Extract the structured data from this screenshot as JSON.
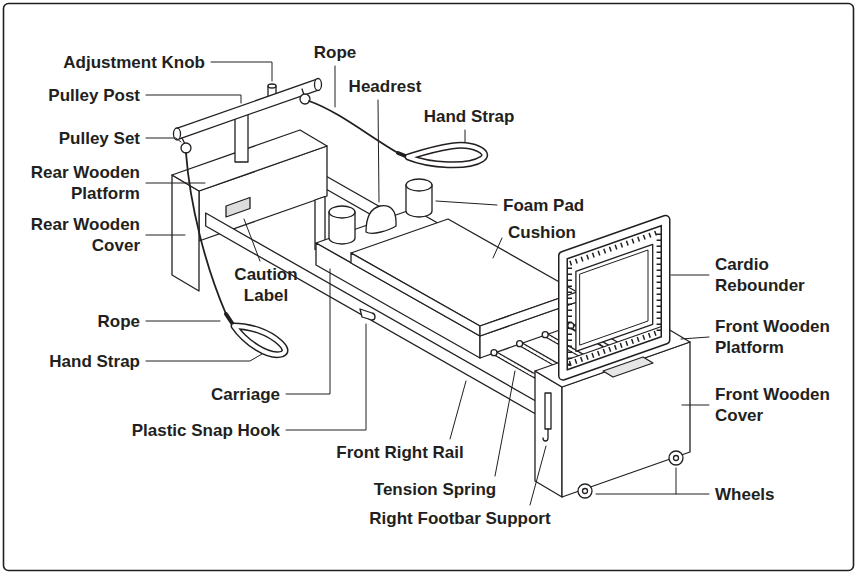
{
  "diagram": {
    "labels": [
      "Adjustment Knob",
      "Rope",
      "Pulley Post",
      "Headrest",
      "Hand Strap",
      "Pulley Set",
      "Rear Wooden Platform",
      "Foam Pad",
      "Cushion",
      "Rear Wooden Cover",
      "Caution Label",
      "Cardio Rebounder",
      "Front Wooden Platform",
      "Rope",
      "Front Wooden Cover",
      "Hand Strap",
      "Carriage",
      "Plastic Snap Hook",
      "Front Right Rail",
      "Wheels",
      "Tension Spring",
      "Right Footbar Support"
    ]
  }
}
